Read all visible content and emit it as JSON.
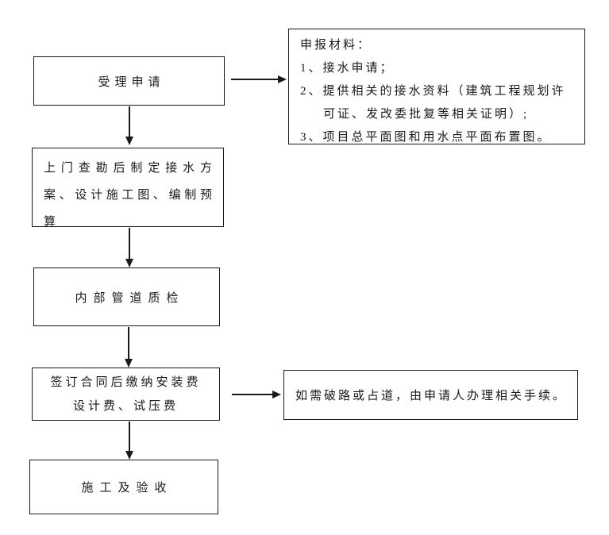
{
  "diagram": {
    "colors": {
      "line": "#1a1a1a",
      "background": "#ffffff",
      "text": "#1a1a1a"
    },
    "steps": [
      {
        "name": "accept-application",
        "label": "受理申请"
      },
      {
        "name": "site-survey-plan",
        "lines": [
          "上门查勘后制定接水方",
          "案、设计施工图、编制预",
          "算"
        ]
      },
      {
        "name": "internal-pipe-inspection",
        "label": "内部管道质检"
      },
      {
        "name": "sign-contract-pay-fees",
        "lines": [
          "签订合同后缴纳安装费",
          "设计费、试压费"
        ]
      },
      {
        "name": "construction-acceptance",
        "label": "施工及验收"
      }
    ],
    "notes": {
      "materials": {
        "lines": [
          "申报材料：",
          "1、接水申请；",
          "2、提供相关的接水资料（建筑工程规划许",
          "可证、发改委批复等相关证明）;",
          "3、项目总平面图和用水点平面布置图。"
        ]
      },
      "road": {
        "label": "如需破路或占道，由申请人办理相关手续。"
      }
    }
  }
}
